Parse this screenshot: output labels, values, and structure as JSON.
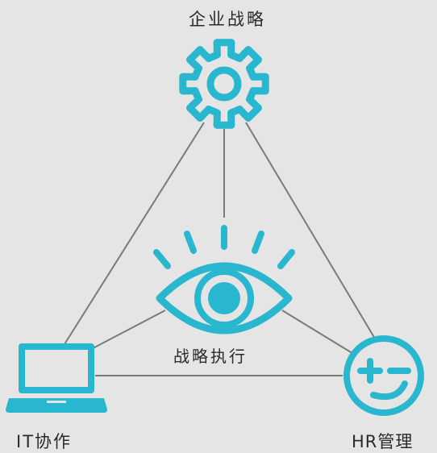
{
  "nodes": {
    "top": {
      "label": "企业战略",
      "icon": "gear-icon"
    },
    "center": {
      "label": "战略执行",
      "icon": "eye-icon"
    },
    "left": {
      "label": "IT协作",
      "icon": "laptop-icon"
    },
    "right": {
      "label": "HR管理",
      "icon": "smiley-face-icon"
    }
  },
  "colors": {
    "background": "#e5e5e5",
    "accent": "#29b6cf",
    "line": "#7a7a7a",
    "text": "#2a2a2a"
  }
}
